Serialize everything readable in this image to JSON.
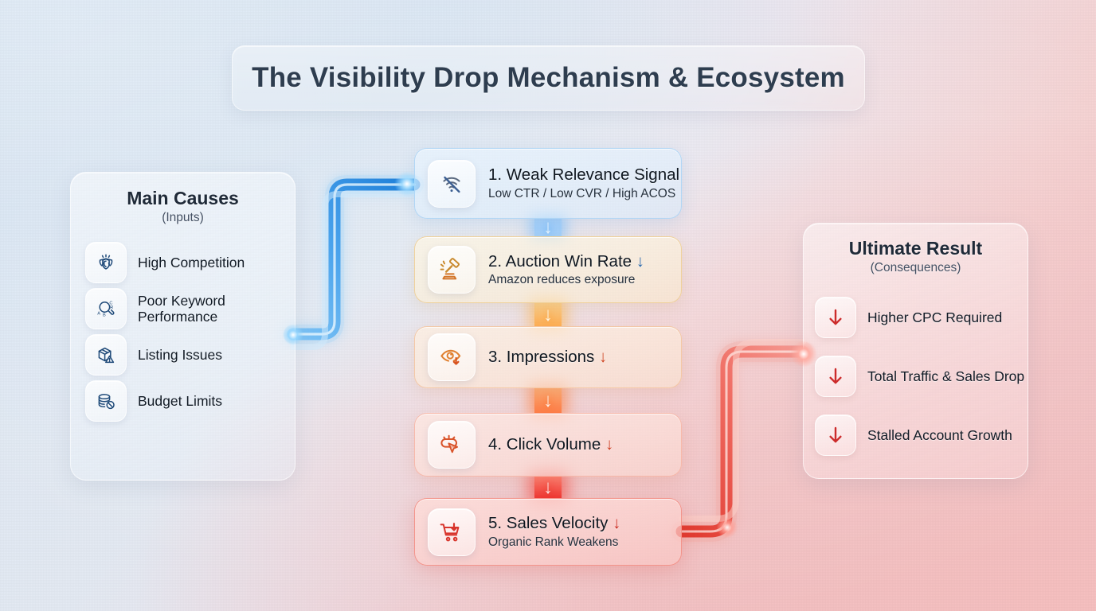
{
  "title": "The Visibility Drop Mechanism & Ecosystem",
  "theme": {
    "blue_accent": "#2f7fd0",
    "amber_accent": "#c98a2e",
    "orange_accent": "#e06a24",
    "red_accent": "#cf2b22",
    "text_dark": "#0f1720",
    "bg_left": "#dce9f5",
    "bg_right": "#f5bdbd"
  },
  "causes_panel": {
    "title": "Main Causes",
    "subtitle": "(Inputs)",
    "items": [
      {
        "label": "High Competition",
        "icon": "shield-wings-icon"
      },
      {
        "label": "Poor Keyword Performance",
        "icon": "magnifier-keywords-icon"
      },
      {
        "label": "Listing Issues",
        "icon": "box-warning-icon"
      },
      {
        "label": "Budget Limits",
        "icon": "coins-blocked-icon"
      }
    ]
  },
  "chain": {
    "steps": [
      {
        "title": "1. Weak Relevance Signal",
        "subtitle": "Low CTR / Low CVR / High ACOS",
        "arrow": "",
        "icon": "wifi-off-icon"
      },
      {
        "title": "2. Auction Win Rate",
        "subtitle": "Amazon reduces exposure",
        "arrow": "↓",
        "icon": "gavel-icon"
      },
      {
        "title": "3. Impressions",
        "subtitle": "",
        "arrow": "↓",
        "icon": "eye-down-icon"
      },
      {
        "title": "4. Click Volume",
        "subtitle": "",
        "arrow": "↓",
        "icon": "click-cursor-icon"
      },
      {
        "title": "5. Sales Velocity",
        "subtitle": "Organic Rank Weakens",
        "arrow": "↓",
        "icon": "cart-down-icon"
      }
    ],
    "connector_glyph": "↓"
  },
  "results_panel": {
    "title": "Ultimate Result",
    "subtitle": "(Consequences)",
    "items": [
      {
        "label": "Higher CPC Required",
        "icon": "arrow-down-icon"
      },
      {
        "label": "Total Traffic & Sales Drop",
        "icon": "arrow-down-icon"
      },
      {
        "label": "Stalled Account Growth",
        "icon": "arrow-down-icon"
      }
    ]
  }
}
